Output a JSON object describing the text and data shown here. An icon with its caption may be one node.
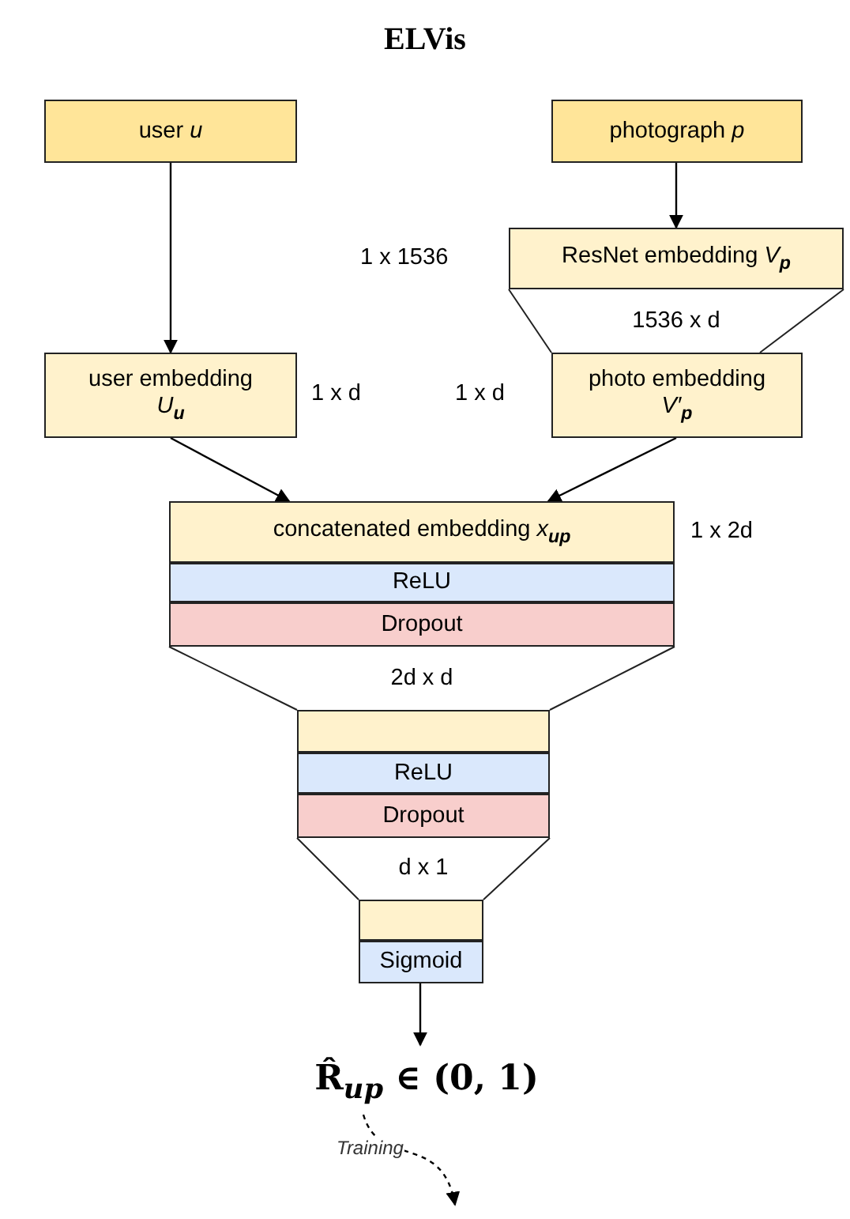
{
  "diagram": {
    "title": "ELVis",
    "nodes": [
      {
        "text": [
          "user *u*"
        ]
      },
      {
        "text": [
          "photograph *p*"
        ]
      },
      {
        "text": [
          "ResNet embedding *V*$_{p}$"
        ],
        "beside": [
          "1 x 1536"
        ]
      },
      {
        "text": [
          "1536 x d"
        ]
      },
      {
        "text": [
          "user embedding *U*$_{u}$"
        ],
        "beside": [
          "1 x d"
        ]
      },
      {
        "text": [
          "photo embedding *V′*$_{p}$"
        ],
        "beside": [
          "1 x d"
        ]
      },
      {
        "text": [
          "concatenated embedding *x*$_{up}$"
        ],
        "beside": [
          "1 x 2d"
        ]
      },
      {
        "text": [
          "ReLU"
        ]
      },
      {
        "text": [
          "Dropout"
        ]
      },
      {
        "text": [
          "2d x d"
        ]
      },
      {
        "text": [],
        "shape": "box"
      },
      {
        "text": [
          "ReLU"
        ]
      },
      {
        "text": [
          "Dropout"
        ]
      },
      {
        "text": [
          "d x 1"
        ]
      },
      {
        "text": [],
        "shape": "box"
      },
      {
        "text": [
          "Sigmoid"
        ]
      },
      {
        "text": [
          "R̂$_{up}$ ∈ (0, 1)"
        ]
      }
    ],
    "edges": [
      {
        "from": 0,
        "to": 4,
        "arrow": "to"
      },
      {
        "from": 1,
        "to": 2,
        "arrow": "to"
      },
      {
        "from": 4,
        "to": 6,
        "arrow": "to"
      },
      {
        "from": 5,
        "to": 6,
        "arrow": "to"
      },
      {
        "from": 15,
        "to": 16,
        "arrow": "to"
      },
      {
        "from": 16,
        "to": null,
        "arrow": "to",
        "label": "Training",
        "style": "dashed"
      }
    ]
  }
}
